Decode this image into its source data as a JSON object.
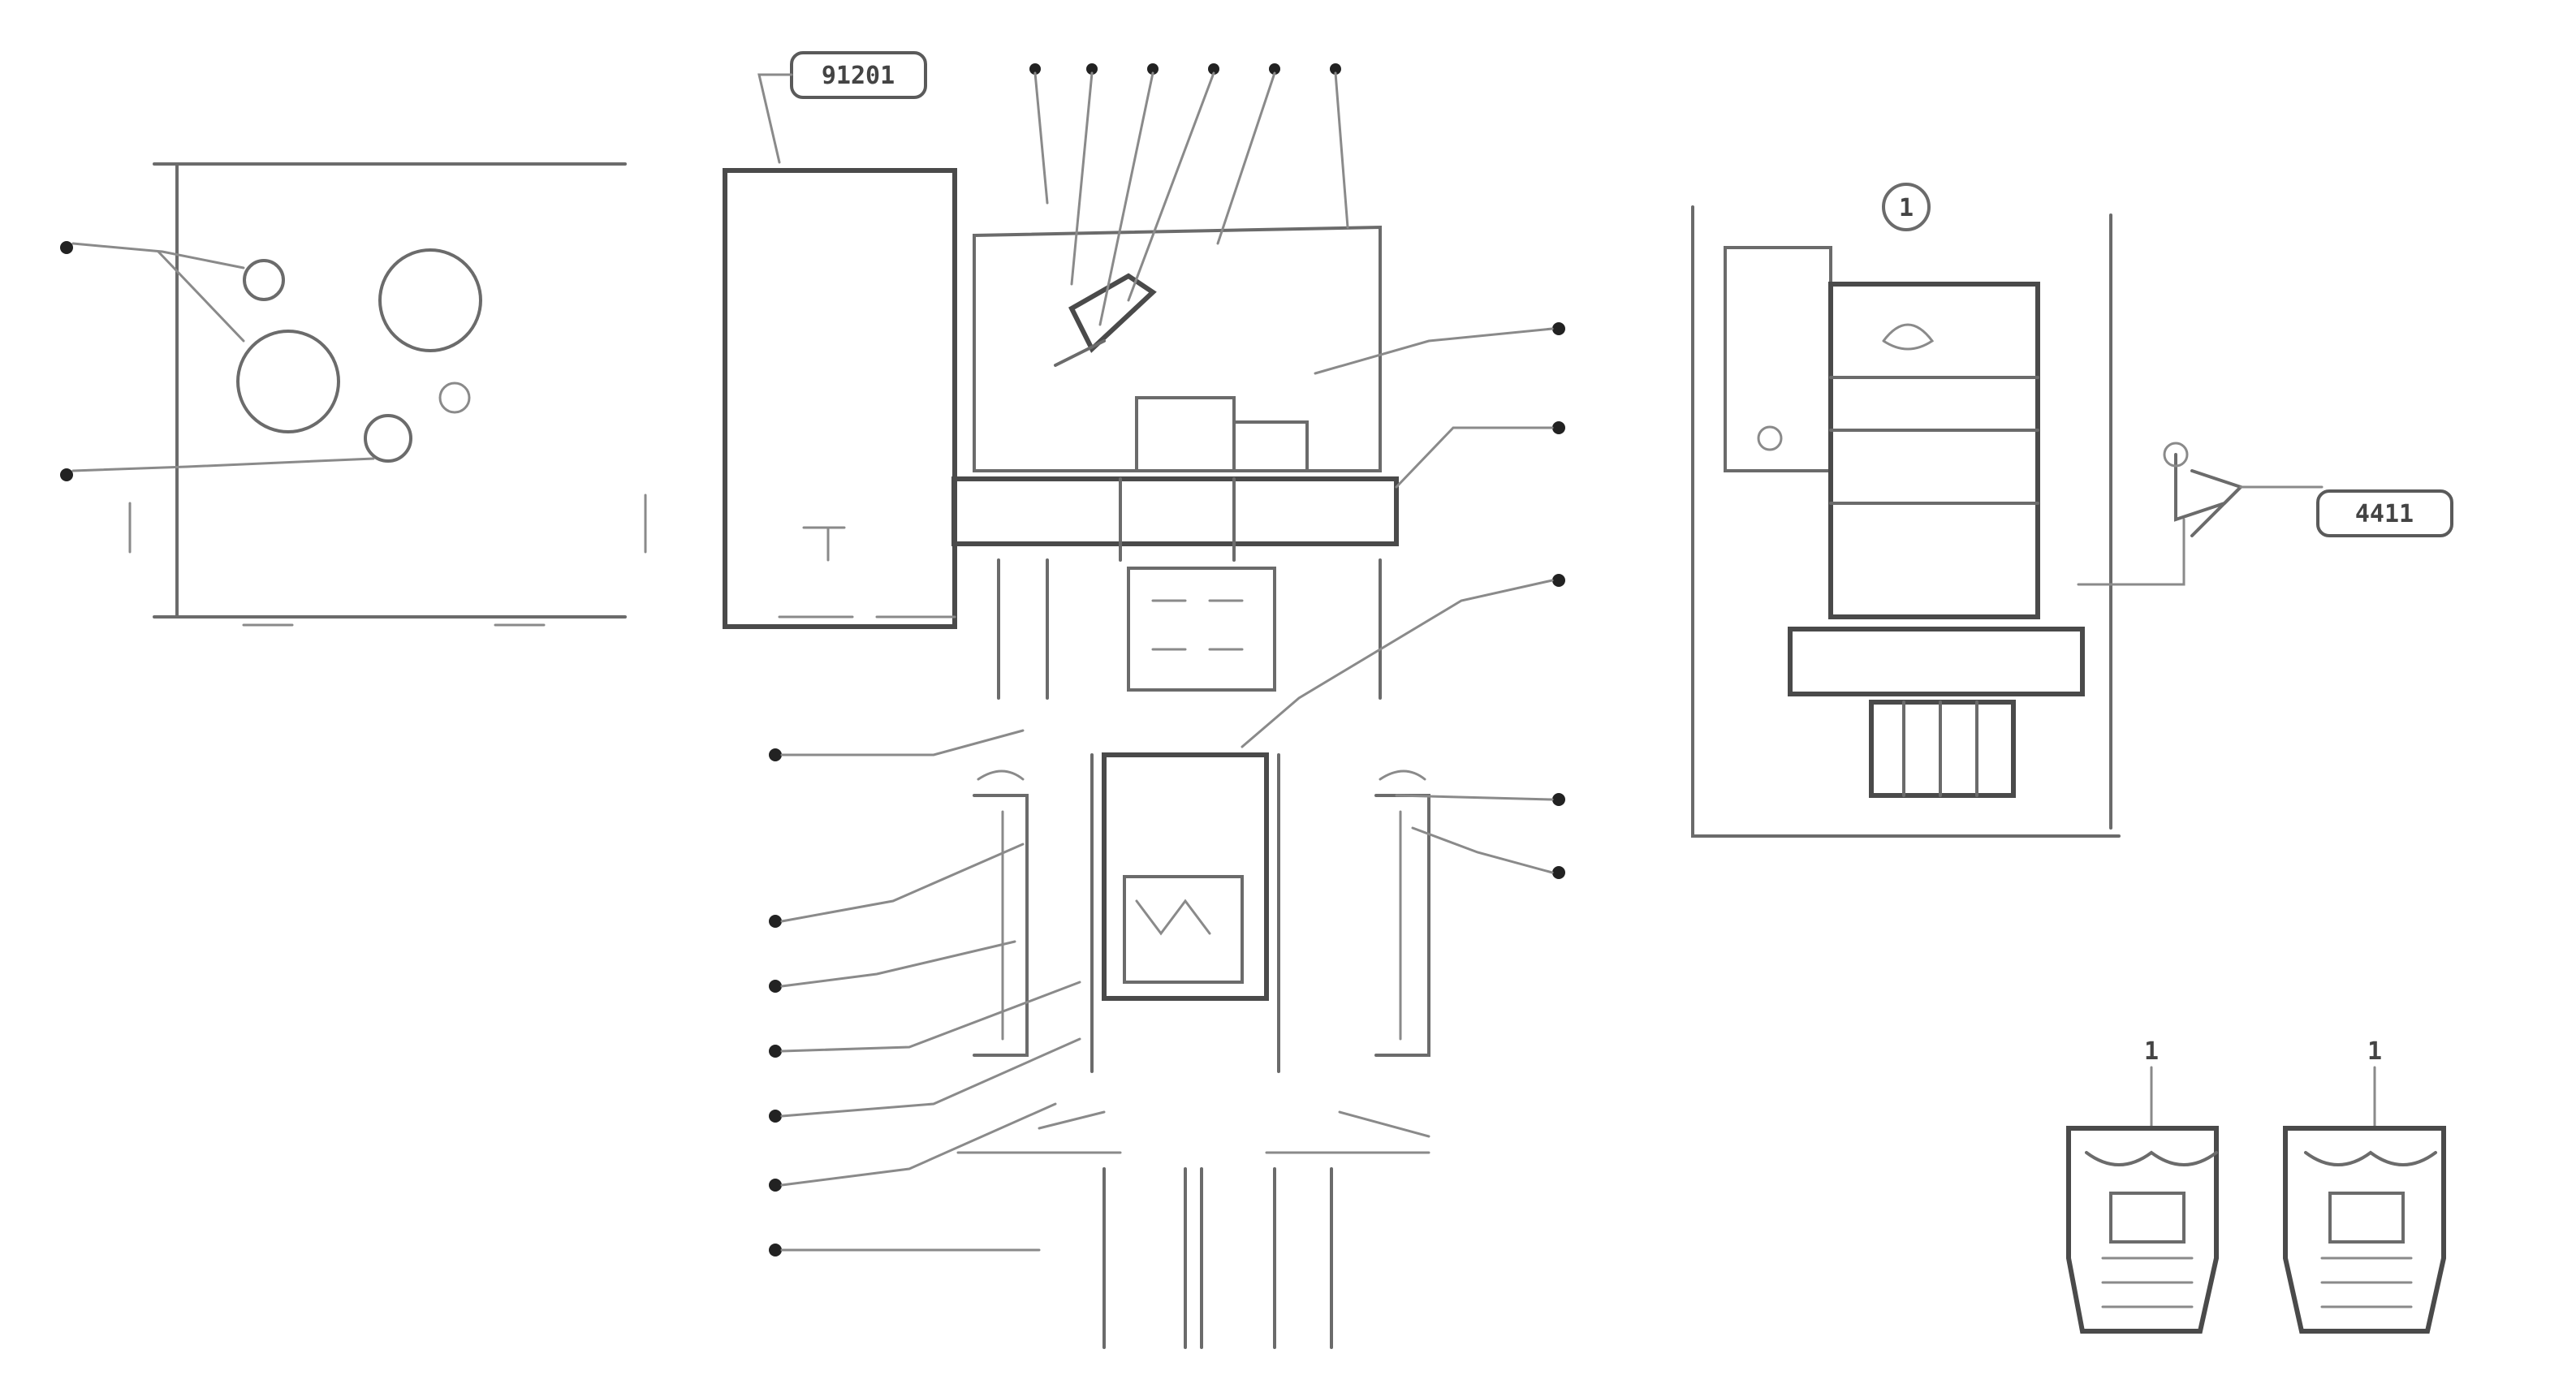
{
  "labels": {
    "top_tag": "91201",
    "right_tag": "4411",
    "circle_marker": "1",
    "small_tag_left": "1",
    "small_tag_right": "1"
  },
  "colors": {
    "line": "#6b6b6b",
    "callout_dot": "#222222",
    "background": "#ffffff"
  }
}
